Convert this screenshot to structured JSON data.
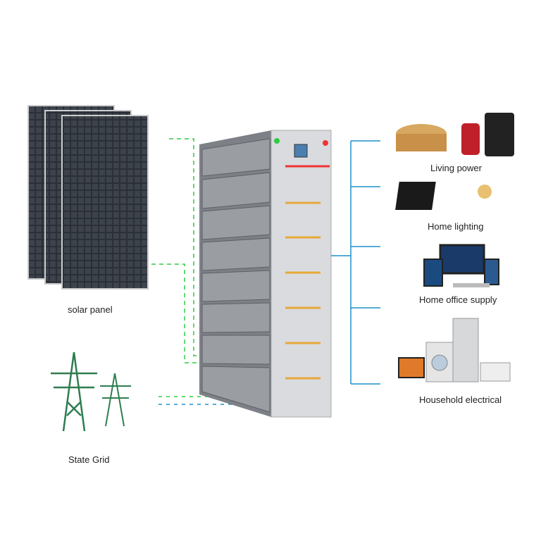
{
  "labels": {
    "solar_panel": "solar panel",
    "state_grid": "State Grid",
    "living_power": "Living power",
    "home_lighting": "Home lighting",
    "home_office_supply": "Home office supply",
    "household_electrical": "Household electrical"
  },
  "colors": {
    "solar_line": "#2ecc40",
    "load_line": "#1e90c8",
    "grid_tower": "#2e7d4f",
    "cabinet": "#8a8d92",
    "connector": "#e8a83a"
  }
}
